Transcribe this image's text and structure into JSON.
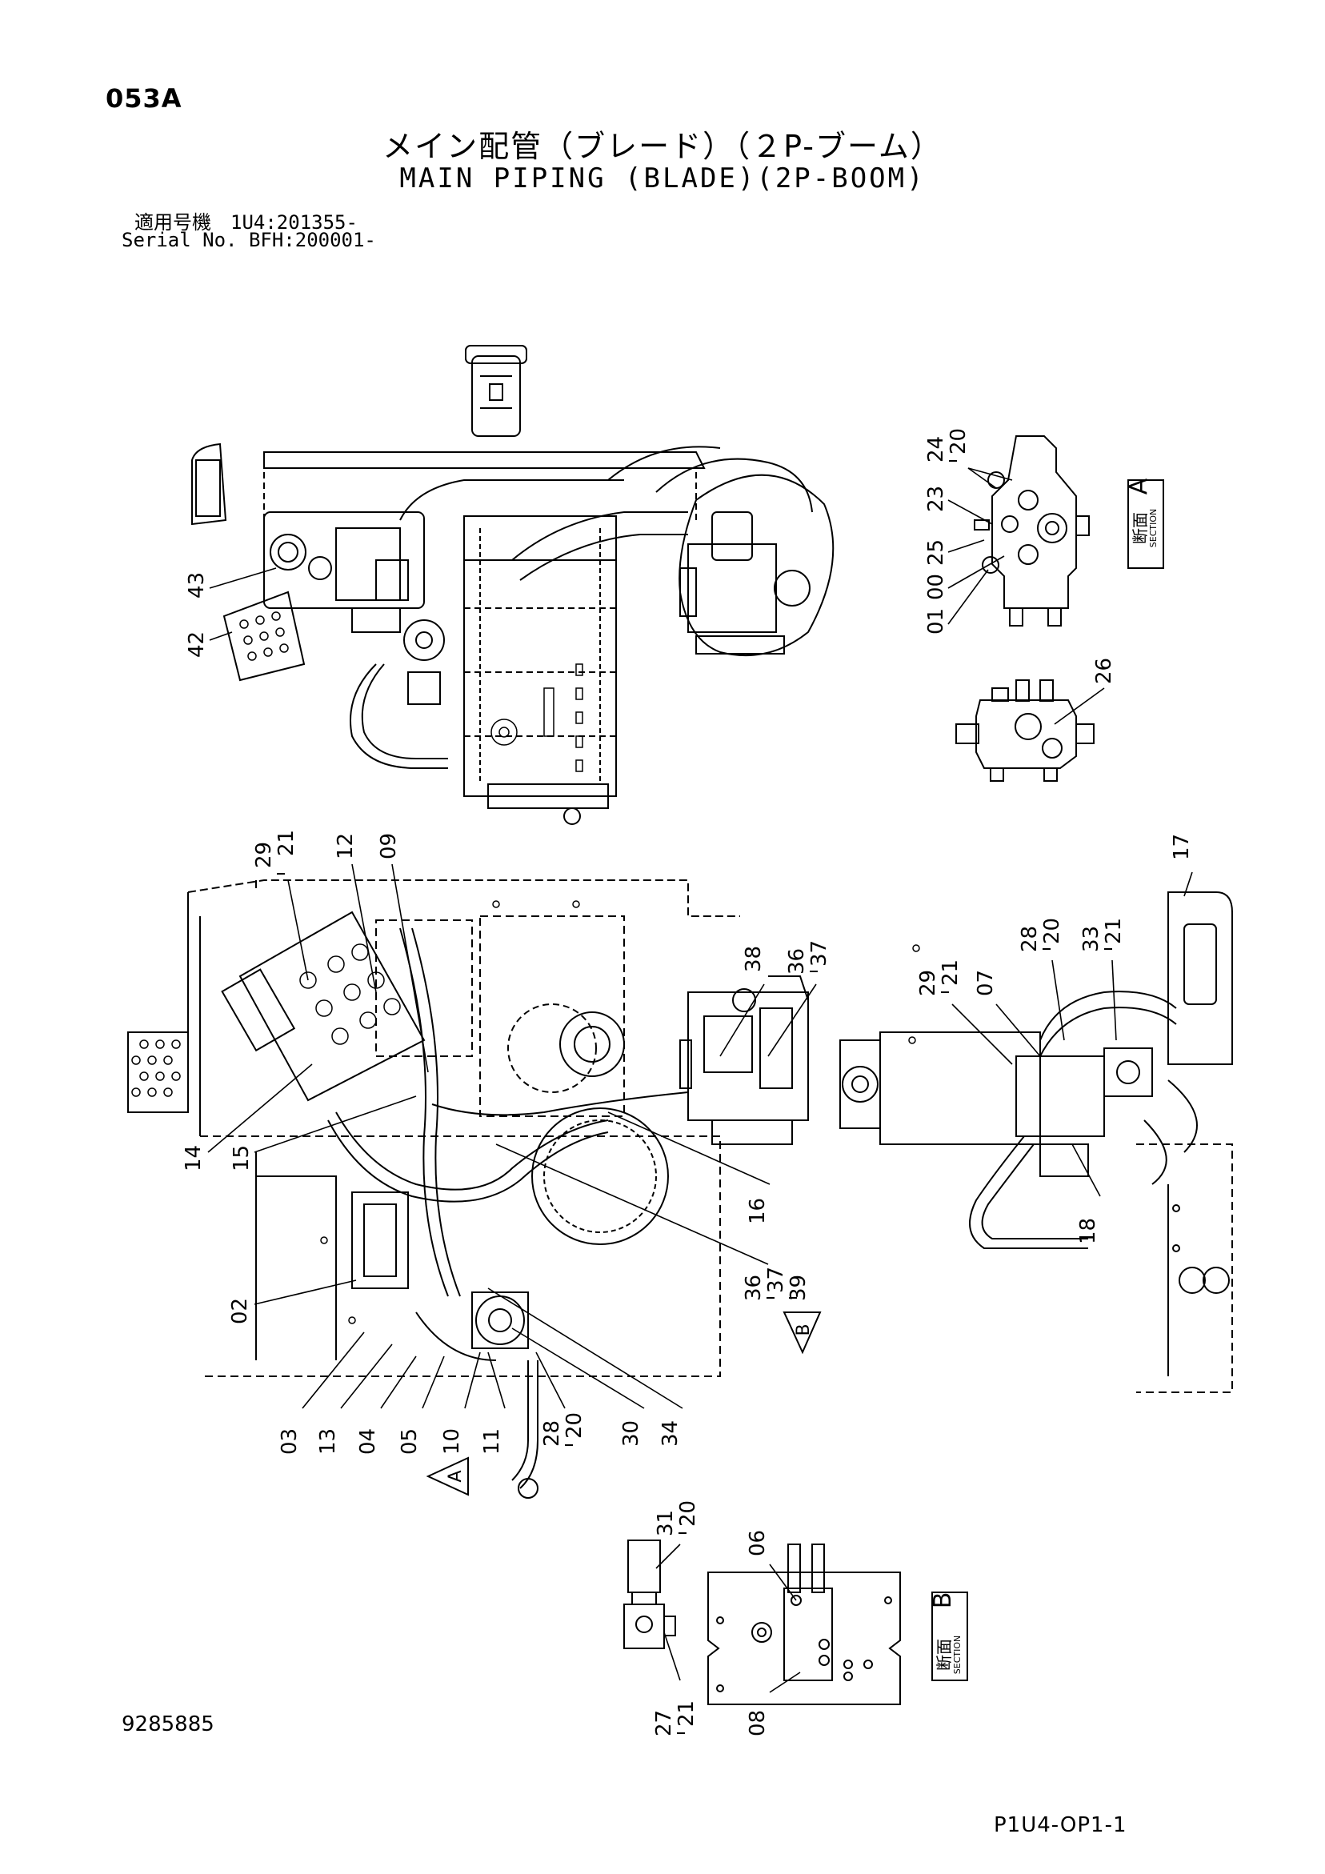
{
  "page_code": "053A",
  "title_ja": "メイン配管（ブレード）（２P-ブーム）",
  "title_en": "MAIN PIPING (BLADE)(2P-BOOM)",
  "serial_line_ja": "適用号機　1U4:201355-",
  "serial_line_en": "Serial No. BFH:200001-",
  "document_number": "9285885",
  "sheet_code": "P1U4-OP1-1",
  "section_label_ja": "断面",
  "section_label_en": "SECTION",
  "section_a_letter": "A",
  "section_b_letter": "B",
  "arrow_a_letter": "A",
  "arrow_b_letter": "B",
  "callouts": {
    "top_view": [
      "43",
      "42"
    ],
    "section_a": [
      "24",
      "20",
      "23",
      "25",
      "00",
      "01",
      "26"
    ],
    "main_view": [
      "29",
      "21",
      "12",
      "09",
      "14",
      "15",
      "02",
      "03",
      "13",
      "04",
      "05",
      "10",
      "11",
      "28",
      "20",
      "30",
      "34",
      "36",
      "37",
      "39",
      "16",
      "38",
      "36",
      "37"
    ],
    "side_view": [
      "17",
      "29",
      "21",
      "07",
      "28",
      "20",
      "33",
      "21",
      "18"
    ],
    "section_b": [
      "31",
      "20",
      "27",
      "21",
      "06",
      "08"
    ]
  }
}
